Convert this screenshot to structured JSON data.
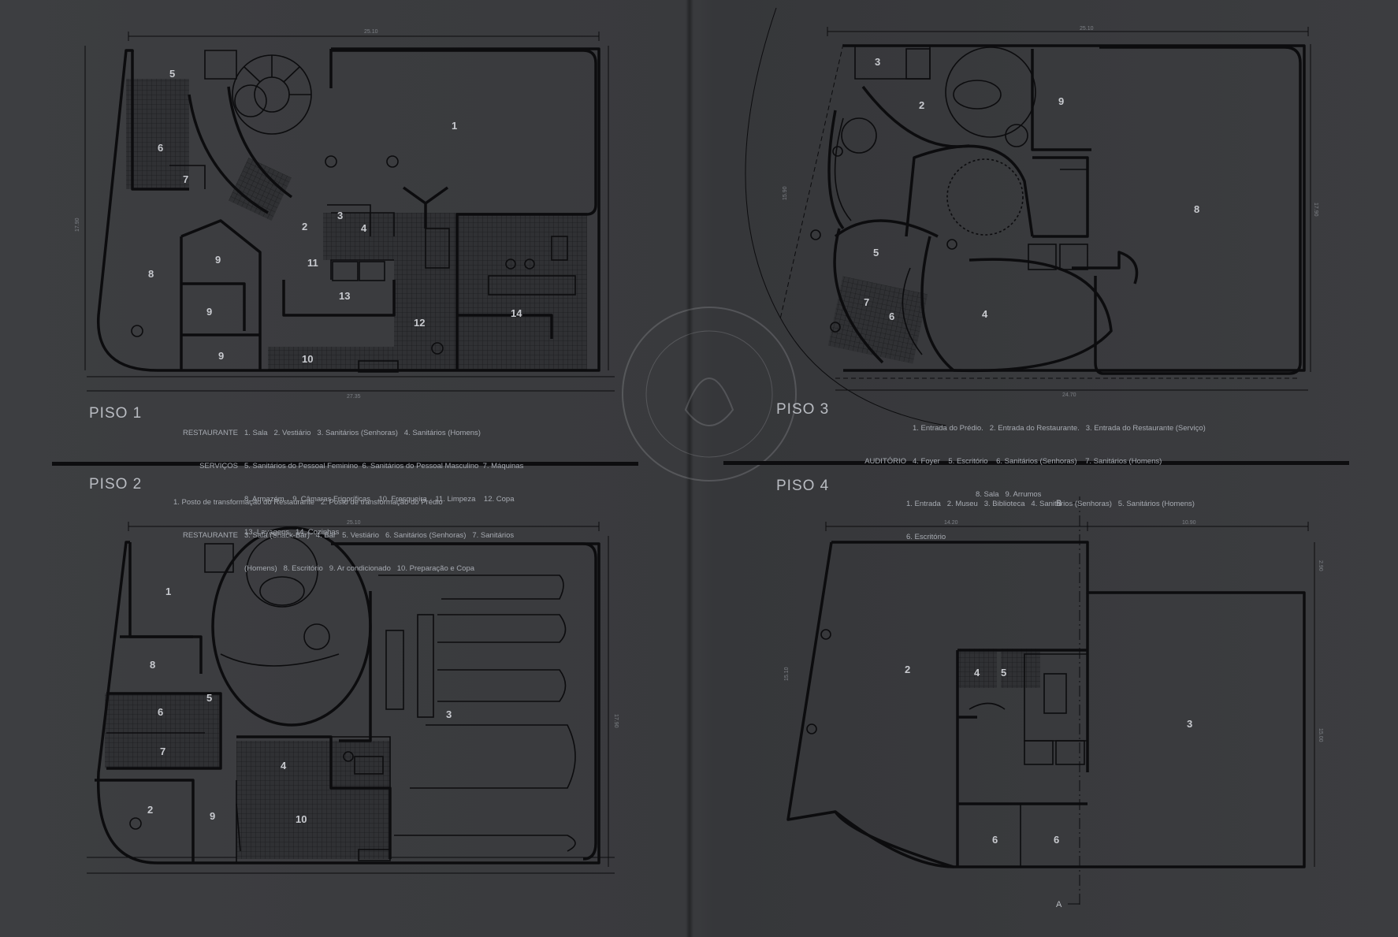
{
  "colors": {
    "paper": "#3a3b3e",
    "ink": "#0c0c0e",
    "text": "#b9bcc2",
    "tile_fill": "#2e2f32"
  },
  "icons": [
    "spiral-staircase-icon",
    "tree-icon",
    "column-icon",
    "elevator-icon",
    "seal-watermark-icon"
  ],
  "piso1": {
    "title": "PISO 1",
    "dim_top": "25.10",
    "dim_bottom": "27.35",
    "dim_left": "17.90",
    "legend_key1": "RESTAURANTE",
    "legend_line1": "1. Sala   2. Vestiário   3. Sanitários (Senhoras)   4. Sanitários (Homens)",
    "legend_key2": "SERVIÇOS",
    "legend_line2": "5. Sanitários do Pessoal Feminino  6. Sanitários do Pessoal Masculino  7. Máquinas",
    "legend_line3": "8. Armazém    9. Câmaras Frigoríficas    10. Fresqueira    11. Limpeza    12. Copa",
    "legend_line4": "13. Lavagens   14. Cozinhas"
  },
  "piso2": {
    "title": "PISO 2",
    "dim_top": "25.10",
    "dim_right": "17.90",
    "legend_line1": "1. Posto de transformação do Restaurante   2. Posto de transformação do Prédio",
    "legend_key2": "RESTAURANTE",
    "legend_line2": "3. Sala (Snack-Bar)   4. Bar   5. Vestiário   6. Sanitários (Senhoras)   7. Sanitários",
    "legend_line3": "(Homens)   8. Escritório   9. Ar condicionado   10. Preparação e Copa"
  },
  "piso3": {
    "title": "PISO 3",
    "dim_top": "25.10",
    "dim_bottom": "24.70",
    "dim_left": "15.90",
    "dim_right": "17.90",
    "legend_line1": "1. Entrada do Prédio.   2. Entrada do Restaurante.   3. Entrada do Restaurante (Serviço)",
    "legend_key2": "AUDITÓRIO",
    "legend_line2": "4. Foyer    5. Escritório    6. Sanitários (Senhoras)    7. Sanitários (Homens)",
    "legend_line3": "8. Sala   9. Arrumos"
  },
  "piso4": {
    "title": "PISO 4",
    "dim_top_left": "14.20",
    "dim_top_right": "10.90",
    "dim_left": "15.10",
    "dim_right_top": "2.90",
    "dim_right": "15.00",
    "section_b": "B",
    "section_a": "A",
    "legend_line1": "1. Entrada   2. Museu   3. Biblioteca   4. Sanitários (Senhoras)   5. Sanitários (Homens)",
    "legend_line2": "6. Escritório"
  },
  "rooms": {
    "p1": [
      "1",
      "2",
      "3",
      "4",
      "5",
      "6",
      "7",
      "8",
      "9",
      "9",
      "9",
      "10",
      "11",
      "12",
      "13",
      "14"
    ],
    "p2": [
      "1",
      "2",
      "3",
      "4",
      "5",
      "6",
      "7",
      "8",
      "9",
      "10"
    ],
    "p3": [
      "2",
      "3",
      "4",
      "5",
      "6",
      "7",
      "8",
      "9"
    ],
    "p4": [
      "2",
      "3",
      "4",
      "5",
      "6",
      "6"
    ]
  }
}
